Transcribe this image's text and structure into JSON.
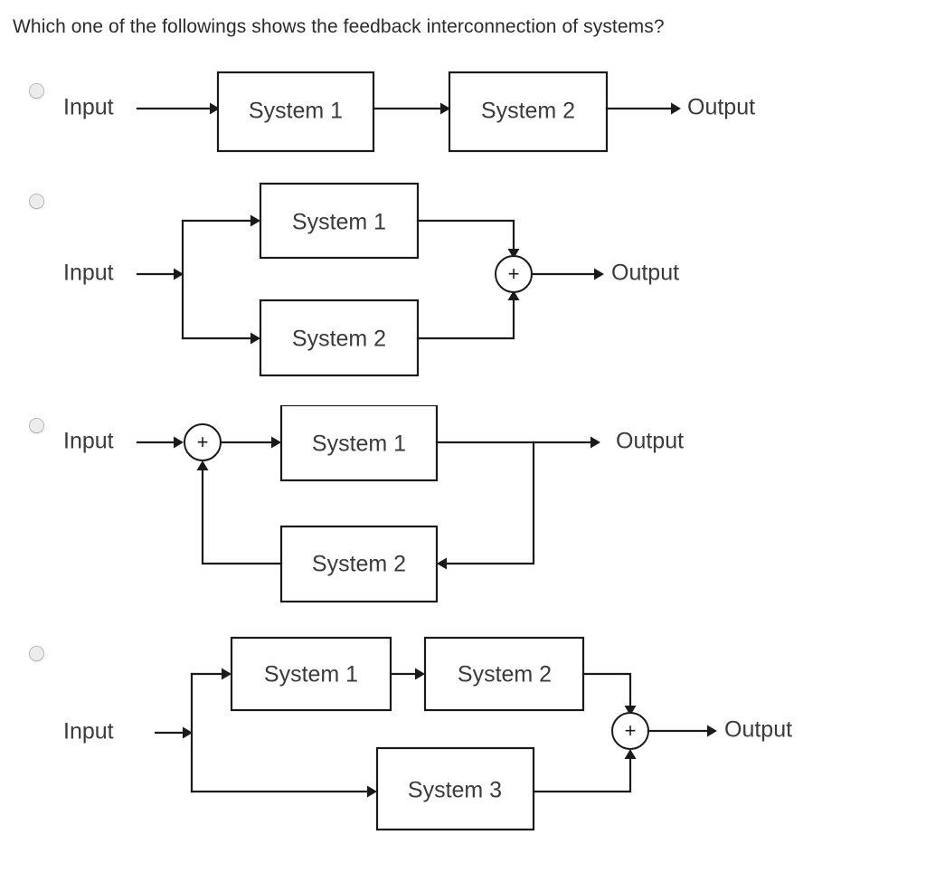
{
  "question": {
    "text": "Which one of the followings shows the feedback interconnection of systems?"
  },
  "colors": {
    "page_background": "#ffffff",
    "text": "#3a3a3a",
    "question_text": "#2b2b2b",
    "line": "#1a1a1a",
    "radio_fill": "#ececec",
    "radio_border": "#b4b4b4"
  },
  "options": [
    {
      "id": "option-a",
      "kind": "cascade",
      "selected": false,
      "input_label": "Input",
      "output_label": "Output",
      "blocks": [
        {
          "label": "System 1"
        },
        {
          "label": "System 2"
        }
      ],
      "adders": []
    },
    {
      "id": "option-b",
      "kind": "parallel",
      "selected": false,
      "input_label": "Input",
      "output_label": "Output",
      "blocks": [
        {
          "label": "System 1"
        },
        {
          "label": "System 2"
        }
      ],
      "adders": [
        {
          "symbol": "+"
        }
      ]
    },
    {
      "id": "option-c",
      "kind": "feedback",
      "selected": false,
      "input_label": "Input",
      "output_label": "Output",
      "blocks": [
        {
          "label": "System 1"
        },
        {
          "label": "System 2"
        }
      ],
      "adders": [
        {
          "symbol": "+"
        }
      ]
    },
    {
      "id": "option-d",
      "kind": "series-parallel",
      "selected": false,
      "input_label": "Input",
      "output_label": "Output",
      "blocks": [
        {
          "label": "System 1"
        },
        {
          "label": "System 2"
        },
        {
          "label": "System 3"
        }
      ],
      "adders": [
        {
          "symbol": "+"
        }
      ]
    }
  ]
}
